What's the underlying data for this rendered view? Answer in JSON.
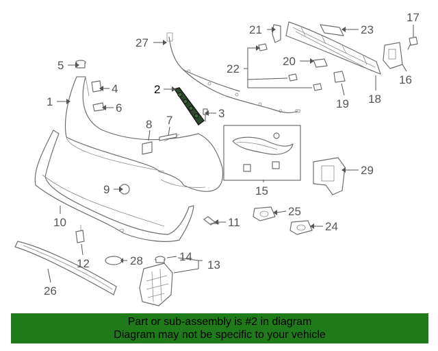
{
  "callouts": {
    "c1": "1",
    "c2": "2",
    "c3": "3",
    "c4": "4",
    "c5": "5",
    "c6": "6",
    "c7": "7",
    "c8": "8",
    "c9": "9",
    "c10": "10",
    "c11": "11",
    "c12": "12",
    "c13": "13",
    "c14": "14",
    "c15": "15",
    "c16": "16",
    "c17": "17",
    "c18": "18",
    "c19": "19",
    "c20": "20",
    "c21": "21",
    "c22": "22",
    "c23": "23",
    "c24": "24",
    "c25": "25",
    "c26": "26",
    "c27": "27",
    "c28": "28",
    "c29": "29"
  },
  "highlighted_part": "2",
  "banner": {
    "line1": "Part or sub-assembly is #2 in diagram",
    "line2": "Diagram may not be specific to your vehicle",
    "color": "#1f7a1a"
  }
}
